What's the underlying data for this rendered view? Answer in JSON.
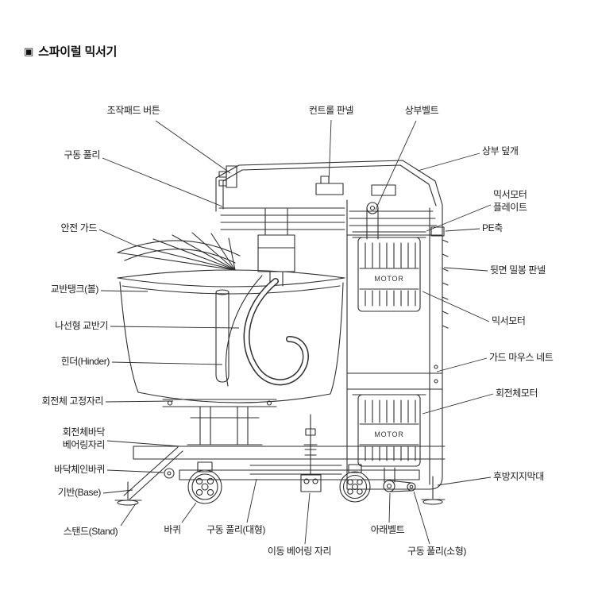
{
  "page": {
    "title_icon": "▣",
    "title": "스파이럴 믹서기"
  },
  "diagram": {
    "motor_top": "MOTOR",
    "motor_bottom": "MOTOR",
    "labels": {
      "control_pad_button": "조작패드 버튼",
      "control_panel": "컨트롤 판넬",
      "upper_belt": "상부벨트",
      "drive_pulley": "구동 풀리",
      "upper_cover": "상부 덮개",
      "mixer_motor_plate": "믹서모터\n플레이트",
      "pe_shaft": "PE축",
      "safety_guard": "안전 가드",
      "rear_sealing_panel": "뒷면 밀봉 판넬",
      "mixing_tank_bowl": "교반탱크(볼)",
      "mixer_motor": "믹서모터",
      "spiral_agitator": "나선형 교반기",
      "hinder": "힌더(Hinder)",
      "guard_mouth_net": "가드 마우스 네트",
      "rotator_fixing_seat": "회전체 고정자리",
      "rotator_motor": "회전체모터",
      "rotator_bottom_bearing_seat": "회전체바닥\n베어링자리",
      "floor_chain_wheel": "바닥체인바퀴",
      "base": "기반(Base)",
      "rear_support_rod": "후방지지막대",
      "stand": "스탠드(Stand)",
      "wheel": "바퀴",
      "drive_pulley_large": "구동 풀리(대형)",
      "moving_bearing_seat": "이동 베어링 자리",
      "lower_belt": "아래벨트",
      "drive_pulley_small": "구동 풀리(소형)"
    }
  }
}
